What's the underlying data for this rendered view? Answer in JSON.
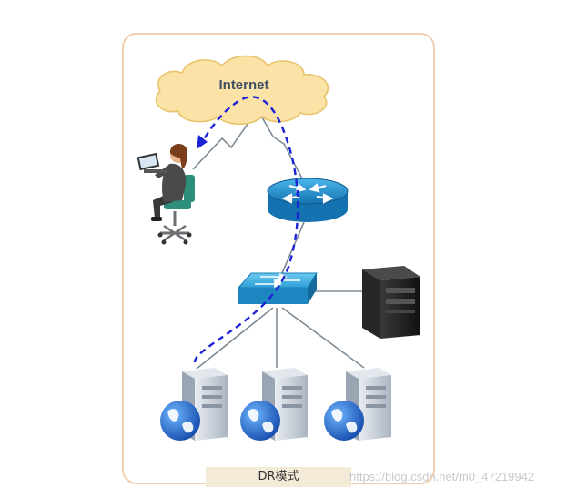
{
  "diagram": {
    "cloud_label": "Internet",
    "caption": "DR模式",
    "watermark": "https://blog.csdn.net/m0_47219942"
  },
  "colors": {
    "frame_border": "#f3cfae",
    "cloud_fill": "#fbe3a8",
    "cloud_stroke": "#e9c36a",
    "router_fill": "#1e8dc7",
    "switch_fill": "#2fa2d8",
    "dashed_path": "#1b23d6",
    "link_line": "#7d8a96",
    "server_body": "#c9d1dc",
    "globe_fill": "#1f6fd1",
    "caption_bg": "#f3ead8"
  },
  "icons": {
    "client": "user-with-laptop-icon",
    "router": "router-icon",
    "switch": "switch-icon",
    "load_balancer": "dark-server-icon",
    "real_servers": "server-with-globe-icon"
  }
}
